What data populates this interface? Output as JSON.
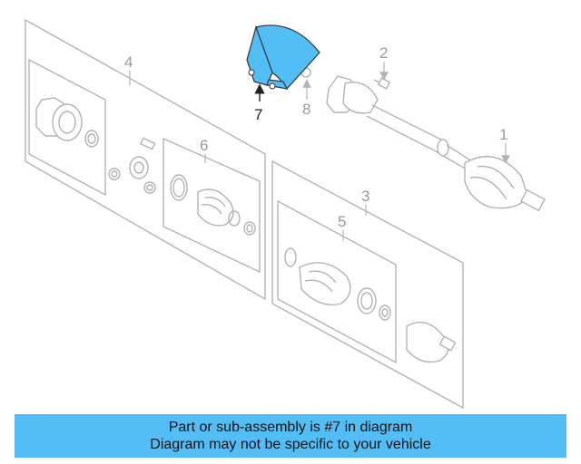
{
  "callouts": {
    "c1": "1",
    "c2": "2",
    "c3": "3",
    "c4": "4",
    "c5": "5",
    "c6": "6",
    "c7": "7",
    "c8": "8"
  },
  "highlight_color": "#53bdf5",
  "highlighted_part": "7",
  "banner": {
    "line1": "Part or sub-assembly is #7 in diagram",
    "line2": "Diagram may not be specific to your vehicle"
  }
}
